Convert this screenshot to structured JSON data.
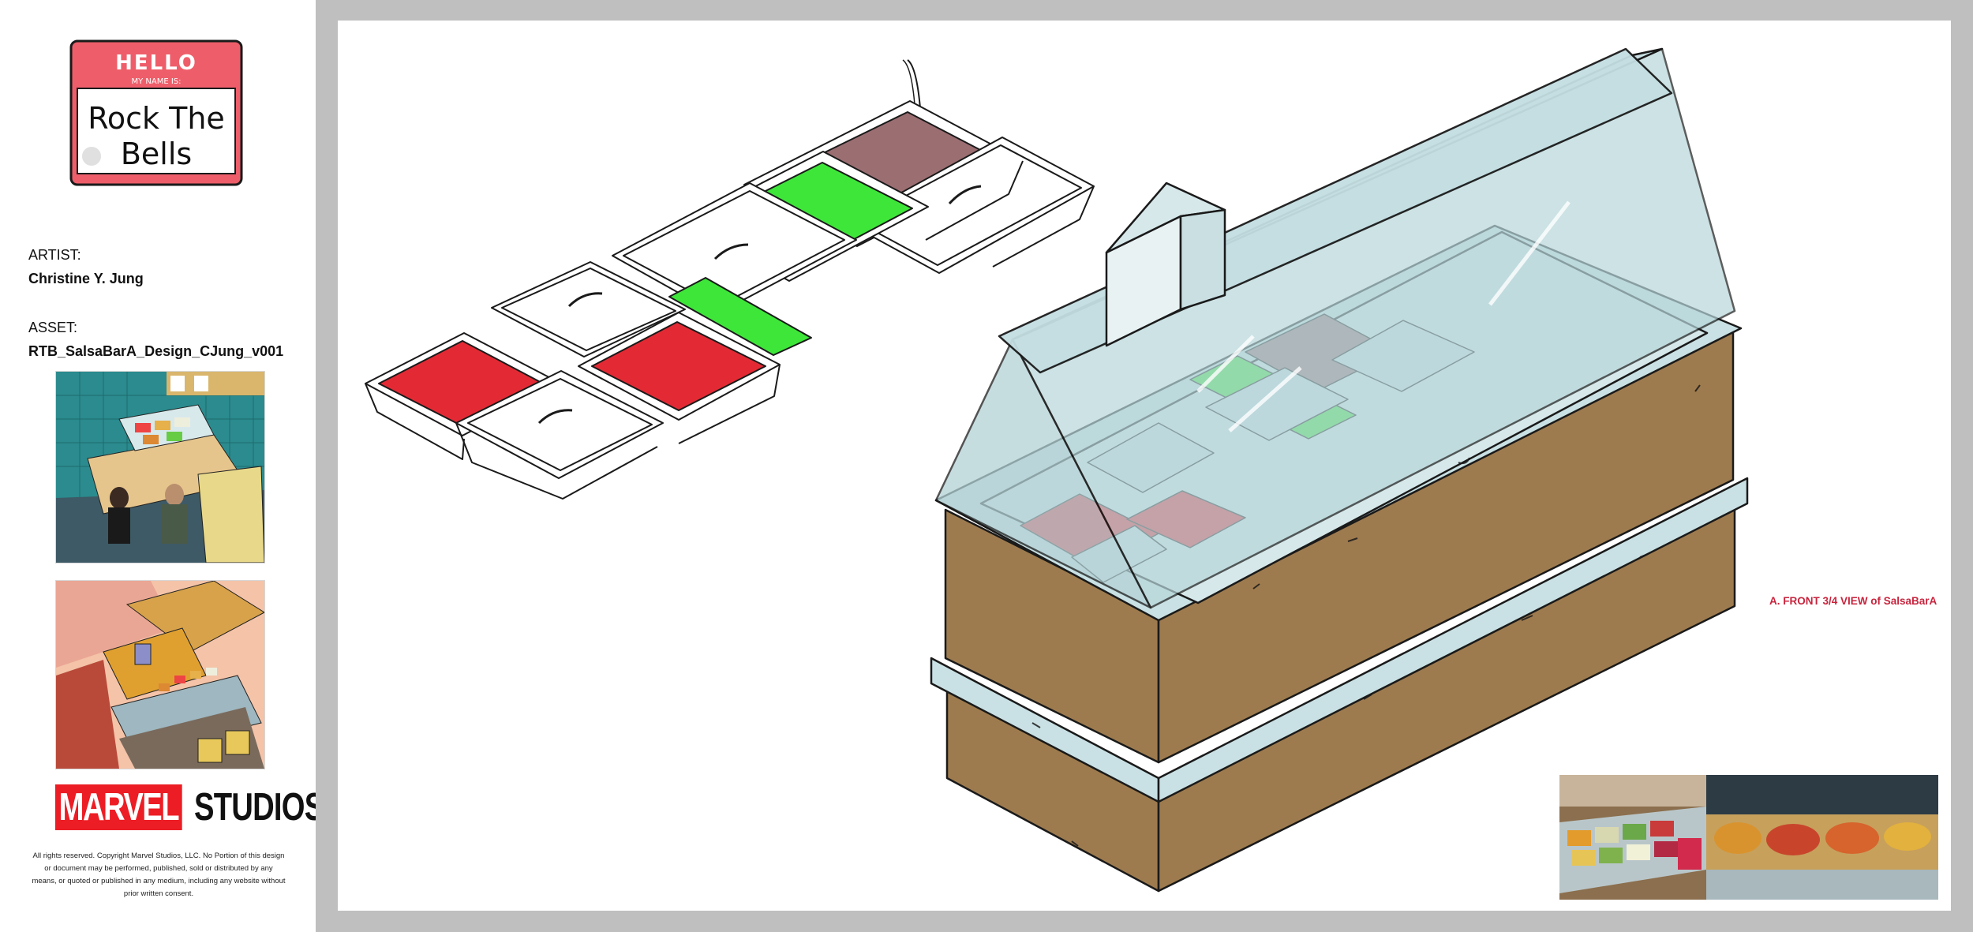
{
  "sidebar": {
    "logo": {
      "hello": "HELLO",
      "my_name_is": "MY NAME IS:",
      "line1": "Rock The",
      "line2": "Bells"
    },
    "artist_label": "ARTIST:",
    "artist_name": "Christine Y. Jung",
    "asset_label": "ASSET:",
    "asset_name": "RTB_SalsaBarA_Design_CJung_v001",
    "marvel_logo": {
      "marvel": "MARVEL",
      "studios": "STUDIOS"
    },
    "copyright": "All rights reserved. Copyright Marvel Studios, LLC. No Portion of this design or document may be performed, published, sold or distributed by any means, or quoted or published in any medium, including any website without prior written consent."
  },
  "canvas": {
    "caption": "A. FRONT 3/4 VIEW of SalsaBarA"
  },
  "colors": {
    "frame_gray": "#bfbfbf",
    "name_tag_red": "#ee5e6a",
    "salsa_red": "#e32a34",
    "salsa_green": "#3ee63a",
    "salsa_brown": "#9b6e72",
    "glass": "#c9e1e4",
    "cabinet": "#9e7b4e",
    "caption_red": "#c8243d",
    "marvel_red": "#ec1d24"
  },
  "icons": [
    "hello-name-tag-logo",
    "marvel-studios-logo"
  ]
}
